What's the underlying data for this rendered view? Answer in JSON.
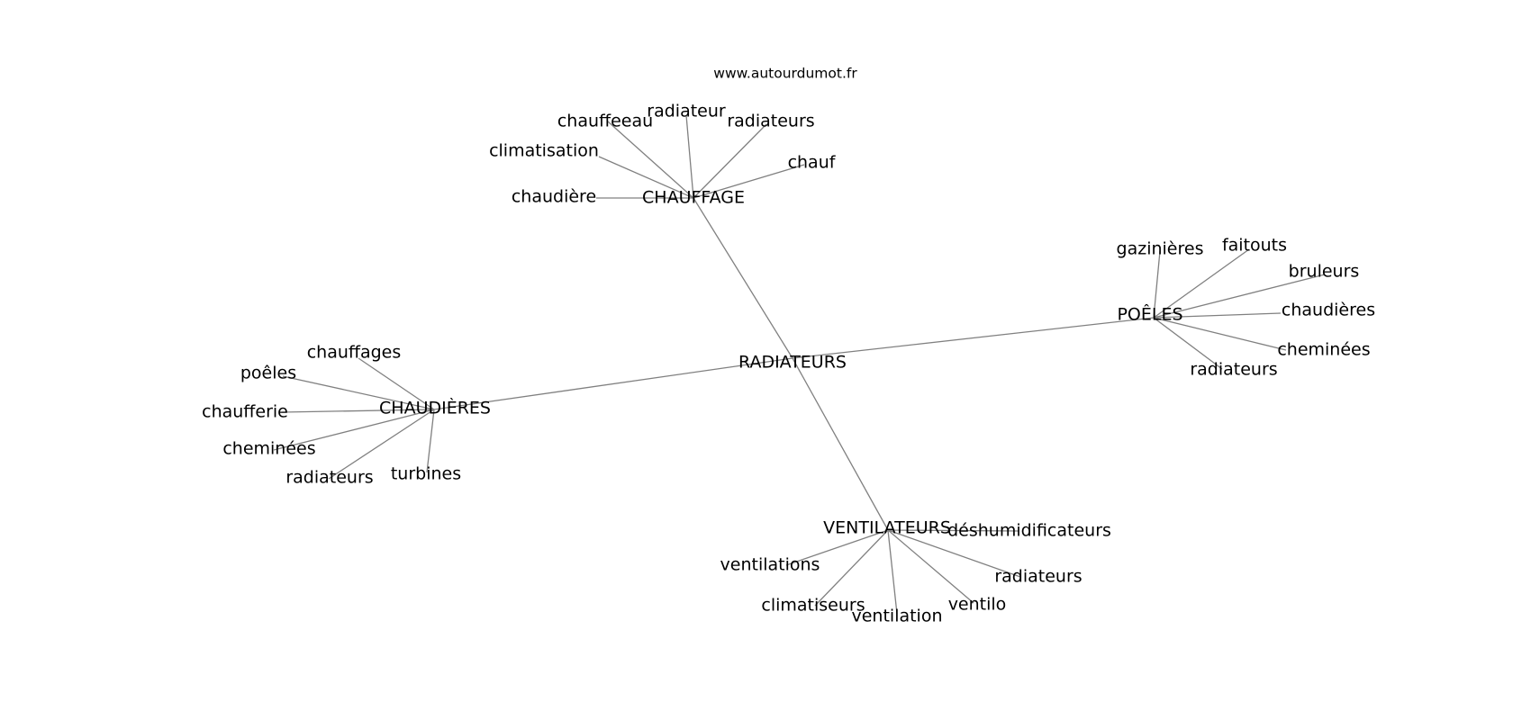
{
  "source": "www.autourdumot.fr",
  "center": "RADIATEURS",
  "hubs": [
    {
      "key": "chauffage",
      "label": "CHAUFFAGE",
      "leaves": [
        "chauffeeau",
        "radiateur",
        "radiateurs",
        "climatisation",
        "chauf",
        "chaudière"
      ]
    },
    {
      "key": "poeles",
      "label": "POÊLES",
      "leaves": [
        "gazinières",
        "faitouts",
        "bruleurs",
        "chaudières",
        "cheminées",
        "radiateurs"
      ]
    },
    {
      "key": "chaudieres",
      "label": "CHAUDIÈRES",
      "leaves": [
        "chauffages",
        "poêles",
        "chaufferie",
        "cheminées",
        "radiateurs",
        "turbines"
      ]
    },
    {
      "key": "ventilateurs",
      "label": "VENTILATEURS",
      "leaves": [
        "déshumidificateurs",
        "ventilations",
        "radiateurs",
        "climatiseurs",
        "ventilo",
        "ventilation"
      ]
    }
  ]
}
